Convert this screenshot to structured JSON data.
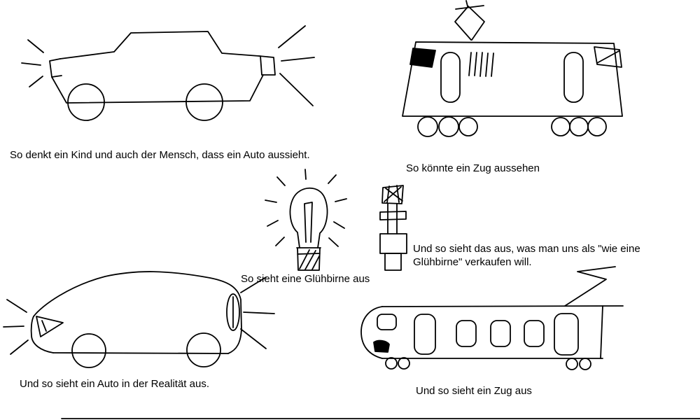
{
  "colors": {
    "ink": "#000000",
    "background": "#ffffff"
  },
  "captions": {
    "child_car": "So denkt ein Kind und auch der Mensch, dass ein Auto aussieht.",
    "child_train": "So könnte ein Zug aussehen",
    "bulb": "So sieht eine Glühbirne aus",
    "cfl": "Und so sieht das aus, was man uns als \"wie eine Glühbirne\" verkaufen will.",
    "real_car": "Und so sieht ein Auto in der Realität aus.",
    "real_train": "Und so sieht ein Zug aus"
  }
}
